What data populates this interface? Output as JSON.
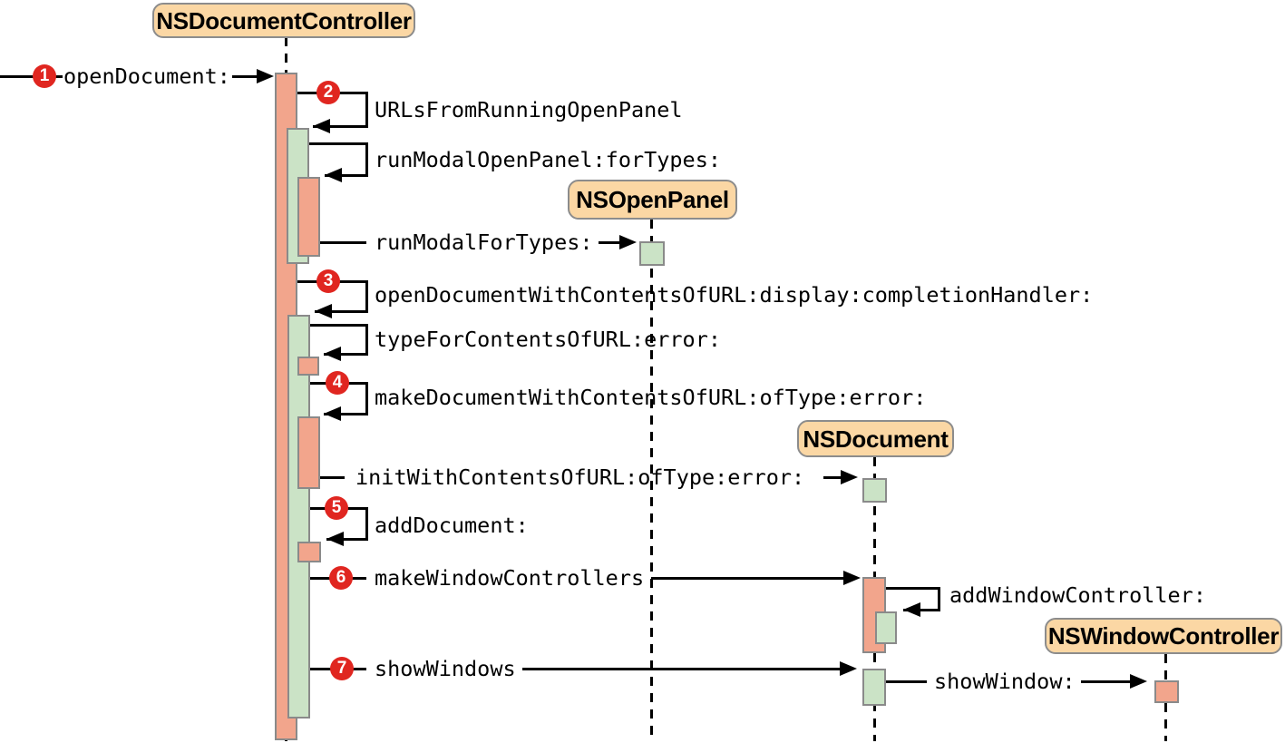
{
  "diagram": {
    "kind": "sequence-diagram",
    "actors": [
      {
        "id": "nsdocumentcontroller",
        "label": "NSDocumentController"
      },
      {
        "id": "nsopenpanel",
        "label": "NSOpenPanel"
      },
      {
        "id": "nsdocument",
        "label": "NSDocument"
      },
      {
        "id": "nswindowcontroller",
        "label": "NSWindowController"
      }
    ],
    "messages": [
      {
        "step": "1",
        "label": "openDocument:",
        "from": "user",
        "to": "nsdocumentcontroller"
      },
      {
        "step": "2",
        "label": "URLsFromRunningOpenPanel",
        "from": "nsdocumentcontroller",
        "to": "nsdocumentcontroller"
      },
      {
        "label": "runModalOpenPanel:forTypes:",
        "from": "nsdocumentcontroller",
        "to": "nsdocumentcontroller"
      },
      {
        "label": "runModalForTypes:",
        "from": "nsdocumentcontroller",
        "to": "nsopenpanel"
      },
      {
        "step": "3",
        "label": "openDocumentWithContentsOfURL:display:completionHandler:",
        "from": "nsdocumentcontroller",
        "to": "nsdocumentcontroller"
      },
      {
        "label": "typeForContentsOfURL:error:",
        "from": "nsdocumentcontroller",
        "to": "nsdocumentcontroller"
      },
      {
        "step": "4",
        "label": "makeDocumentWithContentsOfURL:ofType:error:",
        "from": "nsdocumentcontroller",
        "to": "nsdocumentcontroller"
      },
      {
        "label": "initWithContentsOfURL:ofType:error:",
        "from": "nsdocumentcontroller",
        "to": "nsdocument"
      },
      {
        "step": "5",
        "label": "addDocument:",
        "from": "nsdocumentcontroller",
        "to": "nsdocumentcontroller"
      },
      {
        "step": "6",
        "label": "makeWindowControllers",
        "from": "nsdocumentcontroller",
        "to": "nsdocument"
      },
      {
        "label": "addWindowController:",
        "from": "nsdocument",
        "to": "nsdocument"
      },
      {
        "step": "7",
        "label": "showWindows",
        "from": "nsdocumentcontroller",
        "to": "nsdocument"
      },
      {
        "label": "showWindow:",
        "from": "nsdocument",
        "to": "nswindowcontroller"
      }
    ],
    "colors": {
      "activation_call": "#F2A58C",
      "activation_return": "#CBE3C6",
      "actor_fill": "#FBD7A4",
      "step_badge": "#E02620",
      "line": "#000000",
      "bar_border": "#8A8A8A"
    }
  }
}
